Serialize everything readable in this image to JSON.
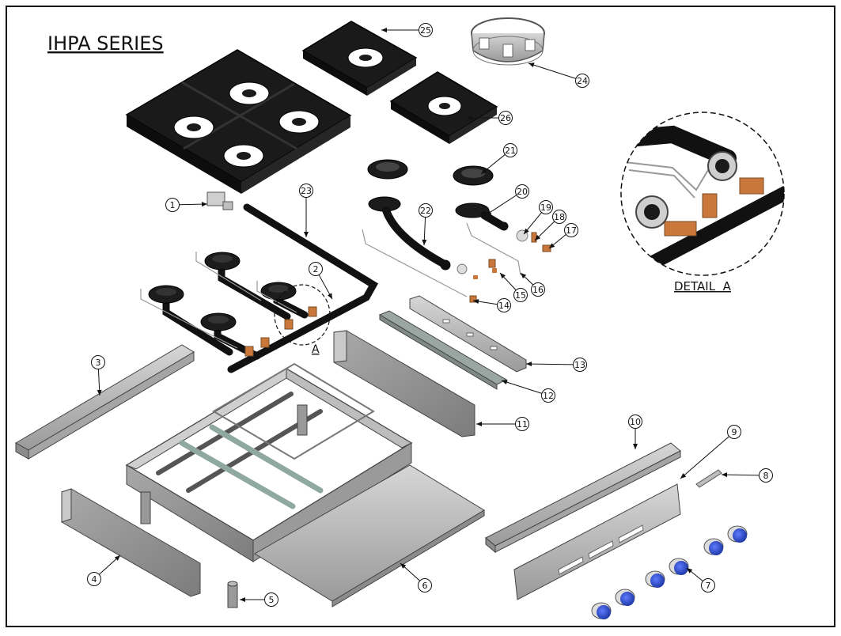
{
  "title": "IHPA SERIES",
  "detail_label": "DETAIL  A",
  "section_marker": "A",
  "callouts": [
    "1",
    "2",
    "3",
    "4",
    "5",
    "6",
    "7",
    "8",
    "9",
    "10",
    "11",
    "12",
    "13",
    "14",
    "15",
    "16",
    "17",
    "18",
    "19",
    "20",
    "21",
    "22",
    "23",
    "24",
    "25",
    "26"
  ],
  "colors": {
    "outline": "#111111",
    "grate": "#151515",
    "steel": "#b9b9b9",
    "steel_dark": "#8a8a8a",
    "brass": "#c9773a",
    "knob_blue": "#1f3fbf"
  }
}
